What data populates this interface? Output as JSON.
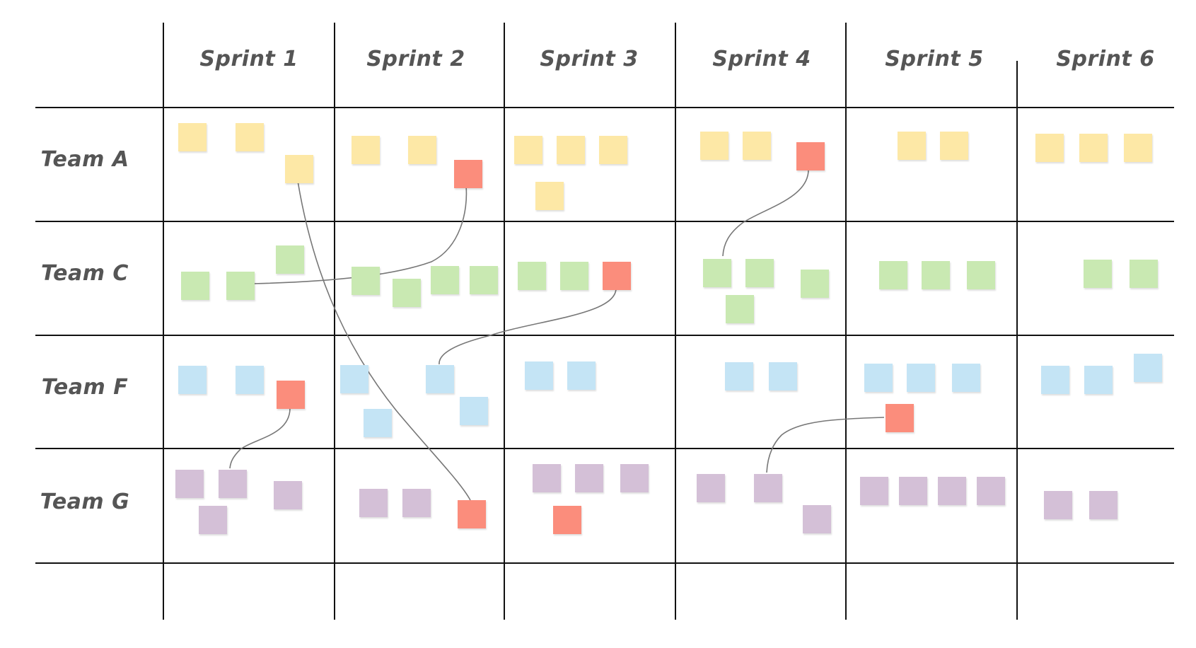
{
  "sprints": [
    "Sprint 1",
    "Sprint 2",
    "Sprint 3",
    "Sprint 4",
    "Sprint 5",
    "Sprint 6"
  ],
  "teams": [
    "Team A",
    "Team C",
    "Team F",
    "Team G"
  ],
  "colors": {
    "yellow": "#fde8a6",
    "green": "#c9e9b2",
    "blue": "#c4e4f5",
    "purple": "#d4c0d7",
    "red": "#fb8d7c",
    "grid": "#111111",
    "link": "#777777",
    "text": "#555555"
  },
  "notes": [
    {
      "team": "Team A",
      "sprint": "Sprint 1",
      "color": "yellow"
    },
    {
      "team": "Team A",
      "sprint": "Sprint 1",
      "color": "yellow"
    },
    {
      "team": "Team A",
      "sprint": "Sprint 1",
      "color": "yellow"
    },
    {
      "team": "Team A",
      "sprint": "Sprint 2",
      "color": "yellow"
    },
    {
      "team": "Team A",
      "sprint": "Sprint 2",
      "color": "yellow"
    },
    {
      "team": "Team A",
      "sprint": "Sprint 2",
      "color": "red"
    },
    {
      "team": "Team A",
      "sprint": "Sprint 3",
      "color": "yellow"
    },
    {
      "team": "Team A",
      "sprint": "Sprint 3",
      "color": "yellow"
    },
    {
      "team": "Team A",
      "sprint": "Sprint 3",
      "color": "yellow"
    },
    {
      "team": "Team A",
      "sprint": "Sprint 3",
      "color": "yellow"
    },
    {
      "team": "Team A",
      "sprint": "Sprint 4",
      "color": "yellow"
    },
    {
      "team": "Team A",
      "sprint": "Sprint 4",
      "color": "yellow"
    },
    {
      "team": "Team A",
      "sprint": "Sprint 4",
      "color": "red"
    },
    {
      "team": "Team A",
      "sprint": "Sprint 5",
      "color": "yellow"
    },
    {
      "team": "Team A",
      "sprint": "Sprint 5",
      "color": "yellow"
    },
    {
      "team": "Team A",
      "sprint": "Sprint 6",
      "color": "yellow"
    },
    {
      "team": "Team A",
      "sprint": "Sprint 6",
      "color": "yellow"
    },
    {
      "team": "Team A",
      "sprint": "Sprint 6",
      "color": "yellow"
    },
    {
      "team": "Team C",
      "sprint": "Sprint 1",
      "color": "green"
    },
    {
      "team": "Team C",
      "sprint": "Sprint 1",
      "color": "green"
    },
    {
      "team": "Team C",
      "sprint": "Sprint 1",
      "color": "green"
    },
    {
      "team": "Team C",
      "sprint": "Sprint 2",
      "color": "green"
    },
    {
      "team": "Team C",
      "sprint": "Sprint 2",
      "color": "green"
    },
    {
      "team": "Team C",
      "sprint": "Sprint 2",
      "color": "green"
    },
    {
      "team": "Team C",
      "sprint": "Sprint 2",
      "color": "green"
    },
    {
      "team": "Team C",
      "sprint": "Sprint 3",
      "color": "green"
    },
    {
      "team": "Team C",
      "sprint": "Sprint 3",
      "color": "green"
    },
    {
      "team": "Team C",
      "sprint": "Sprint 3",
      "color": "red"
    },
    {
      "team": "Team C",
      "sprint": "Sprint 4",
      "color": "green"
    },
    {
      "team": "Team C",
      "sprint": "Sprint 4",
      "color": "green"
    },
    {
      "team": "Team C",
      "sprint": "Sprint 4",
      "color": "green"
    },
    {
      "team": "Team C",
      "sprint": "Sprint 4",
      "color": "green"
    },
    {
      "team": "Team C",
      "sprint": "Sprint 5",
      "color": "green"
    },
    {
      "team": "Team C",
      "sprint": "Sprint 5",
      "color": "green"
    },
    {
      "team": "Team C",
      "sprint": "Sprint 5",
      "color": "green"
    },
    {
      "team": "Team C",
      "sprint": "Sprint 6",
      "color": "green"
    },
    {
      "team": "Team C",
      "sprint": "Sprint 6",
      "color": "green"
    },
    {
      "team": "Team F",
      "sprint": "Sprint 1",
      "color": "blue"
    },
    {
      "team": "Team F",
      "sprint": "Sprint 1",
      "color": "blue"
    },
    {
      "team": "Team F",
      "sprint": "Sprint 1",
      "color": "red"
    },
    {
      "team": "Team F",
      "sprint": "Sprint 2",
      "color": "blue"
    },
    {
      "team": "Team F",
      "sprint": "Sprint 2",
      "color": "blue"
    },
    {
      "team": "Team F",
      "sprint": "Sprint 2",
      "color": "blue"
    },
    {
      "team": "Team F",
      "sprint": "Sprint 2",
      "color": "blue"
    },
    {
      "team": "Team F",
      "sprint": "Sprint 3",
      "color": "blue"
    },
    {
      "team": "Team F",
      "sprint": "Sprint 3",
      "color": "blue"
    },
    {
      "team": "Team F",
      "sprint": "Sprint 4",
      "color": "blue"
    },
    {
      "team": "Team F",
      "sprint": "Sprint 4",
      "color": "blue"
    },
    {
      "team": "Team F",
      "sprint": "Sprint 5",
      "color": "blue"
    },
    {
      "team": "Team F",
      "sprint": "Sprint 5",
      "color": "blue"
    },
    {
      "team": "Team F",
      "sprint": "Sprint 5",
      "color": "blue"
    },
    {
      "team": "Team F",
      "sprint": "Sprint 5",
      "color": "red"
    },
    {
      "team": "Team F",
      "sprint": "Sprint 6",
      "color": "blue"
    },
    {
      "team": "Team F",
      "sprint": "Sprint 6",
      "color": "blue"
    },
    {
      "team": "Team F",
      "sprint": "Sprint 6",
      "color": "blue"
    },
    {
      "team": "Team G",
      "sprint": "Sprint 1",
      "color": "purple"
    },
    {
      "team": "Team G",
      "sprint": "Sprint 1",
      "color": "purple"
    },
    {
      "team": "Team G",
      "sprint": "Sprint 1",
      "color": "purple"
    },
    {
      "team": "Team G",
      "sprint": "Sprint 1",
      "color": "purple"
    },
    {
      "team": "Team G",
      "sprint": "Sprint 2",
      "color": "purple"
    },
    {
      "team": "Team G",
      "sprint": "Sprint 2",
      "color": "purple"
    },
    {
      "team": "Team G",
      "sprint": "Sprint 2",
      "color": "red"
    },
    {
      "team": "Team G",
      "sprint": "Sprint 3",
      "color": "purple"
    },
    {
      "team": "Team G",
      "sprint": "Sprint 3",
      "color": "purple"
    },
    {
      "team": "Team G",
      "sprint": "Sprint 3",
      "color": "purple"
    },
    {
      "team": "Team G",
      "sprint": "Sprint 3",
      "color": "red"
    },
    {
      "team": "Team G",
      "sprint": "Sprint 4",
      "color": "purple"
    },
    {
      "team": "Team G",
      "sprint": "Sprint 4",
      "color": "purple"
    },
    {
      "team": "Team G",
      "sprint": "Sprint 4",
      "color": "purple"
    },
    {
      "team": "Team G",
      "sprint": "Sprint 5",
      "color": "purple"
    },
    {
      "team": "Team G",
      "sprint": "Sprint 5",
      "color": "purple"
    },
    {
      "team": "Team G",
      "sprint": "Sprint 5",
      "color": "purple"
    },
    {
      "team": "Team G",
      "sprint": "Sprint 5",
      "color": "purple"
    },
    {
      "team": "Team G",
      "sprint": "Sprint 6",
      "color": "purple"
    },
    {
      "team": "Team G",
      "sprint": "Sprint 6",
      "color": "purple"
    }
  ]
}
